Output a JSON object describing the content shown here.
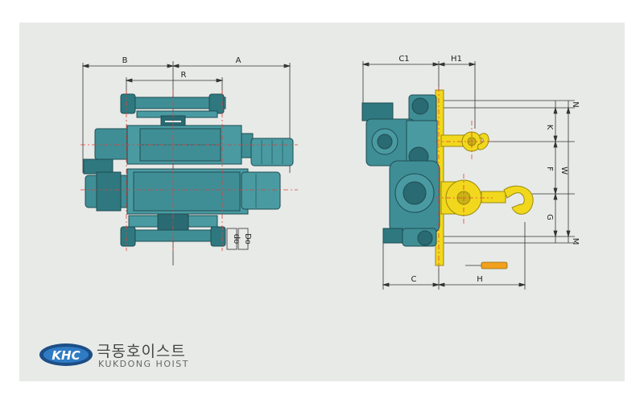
{
  "brand": {
    "badge_text": "KHC",
    "name_korean": "극동호이스트",
    "name_english": "KUKDONG HOIST",
    "color_primary": "#1d4e86",
    "color_accent": "#2f7bc4"
  },
  "colors": {
    "body_teal": "#3f8e96",
    "body_dark": "#2a6a72",
    "frame_yellow": "#f2d81d",
    "center_line": "#e0403a",
    "dimension_line": "#333333"
  },
  "plan_view": {
    "labels": {
      "B": "B",
      "A": "A",
      "R": "R",
      "d0": "do",
      "D0": "Do"
    }
  },
  "side_view": {
    "labels": {
      "C1": "C1",
      "H1": "H1",
      "C": "C",
      "H": "H",
      "K": "K",
      "F": "F",
      "W": "W",
      "G": "G",
      "M": "M",
      "N": "N"
    }
  }
}
